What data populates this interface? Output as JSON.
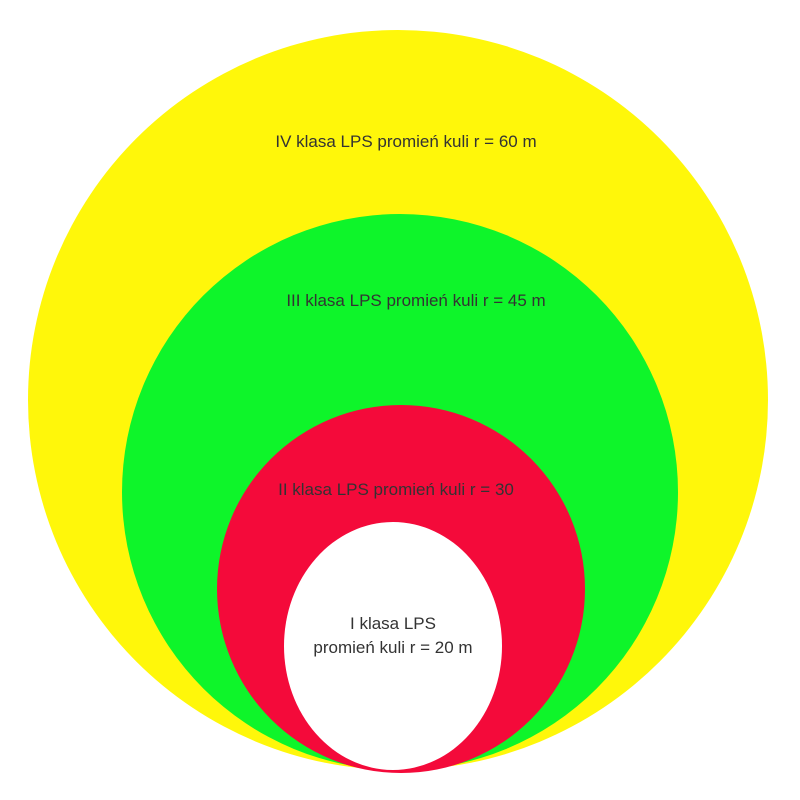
{
  "colors": {
    "class_iv": "#FFF70A",
    "class_iii": "#0EF52A",
    "class_ii": "#F40A3A",
    "class_i": "#FFFFFF",
    "text": "#333333"
  },
  "zones": {
    "class_iv": {
      "label": "IV klasa LPS promień kuli r = 60 m"
    },
    "class_iii": {
      "label": "III klasa LPS promień kuli r = 45 m"
    },
    "class_ii": {
      "label": "II klasa LPS promień kuli r = 30"
    },
    "class_i": {
      "label_line1": "I klasa LPS",
      "label_line2": "promień kuli r = 20 m"
    }
  }
}
